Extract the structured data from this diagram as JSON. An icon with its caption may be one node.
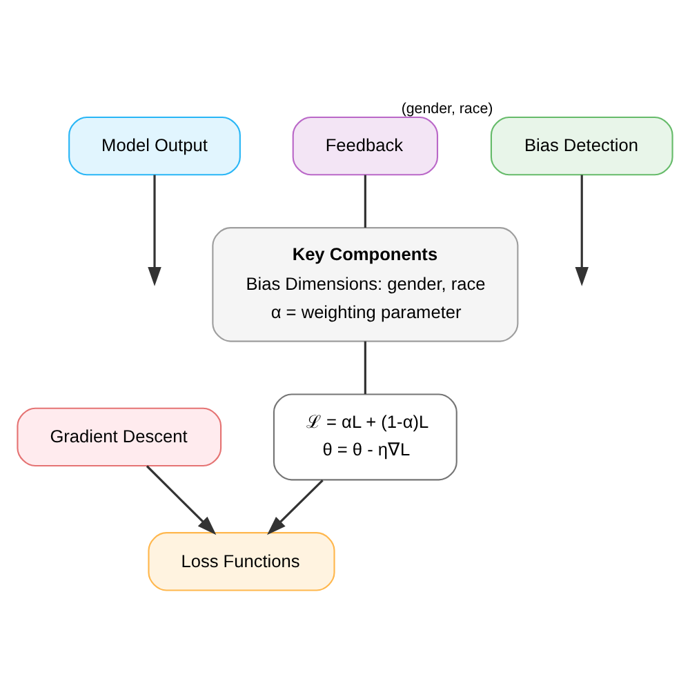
{
  "diagram": {
    "nodes": [
      {
        "text": [
          "Model Output"
        ]
      },
      {
        "text": [
          "Gradient Descent"
        ]
      },
      {
        "text": [
          "Bias Detection"
        ],
        "beside": [
          "(gender, race)"
        ]
      },
      {
        "text": [
          "Loss Functions"
        ]
      },
      {
        "text": [
          "ℒ = αL + (1-α)L",
          "θ = θ - η∇L"
        ]
      },
      {
        "text": [
          "Feedback"
        ]
      },
      {
        "text": [
          "Key Components",
          "Bias Dimensions: gender, race",
          "α = weighting parameter"
        ]
      }
    ],
    "edges": [
      {
        "from": 0,
        "to": null,
        "arrow": "to"
      },
      {
        "from": 2,
        "to": null,
        "arrow": "to"
      },
      {
        "from": 1,
        "to": 3,
        "arrow": "to"
      },
      {
        "from": 4,
        "to": 3,
        "arrow": "to"
      },
      {
        "from": 5,
        "to": 6,
        "arrow": "none"
      },
      {
        "from": 6,
        "to": 4,
        "arrow": "none"
      }
    ]
  }
}
